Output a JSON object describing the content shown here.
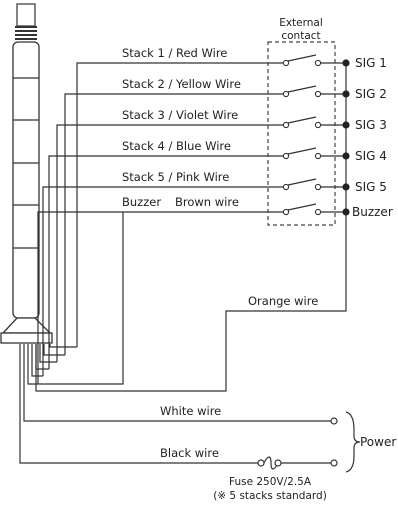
{
  "external_contact": {
    "line1": "External",
    "line2": "contact"
  },
  "wires": {
    "stack1": "Stack 1 / Red Wire",
    "stack2": "Stack 2 / Yellow Wire",
    "stack3": "Stack 3 / Violet Wire",
    "stack4": "Stack 4 / Blue Wire",
    "stack5": "Stack 5 / Pink Wire",
    "buzzer_a": "Buzzer",
    "buzzer_b": "Brown wire",
    "orange": "Orange wire",
    "white": "White wire",
    "black": "Black wire"
  },
  "signals": [
    "SIG 1",
    "SIG 2",
    "SIG 3",
    "SIG 4",
    "SIG 5",
    "Buzzer"
  ],
  "power": "Power",
  "fuse": {
    "line1": "Fuse 250V/2.5A",
    "line2": "(※ 5 stacks standard)"
  },
  "colors": {
    "line": "#333333",
    "tower_fill": "#ffffff"
  }
}
